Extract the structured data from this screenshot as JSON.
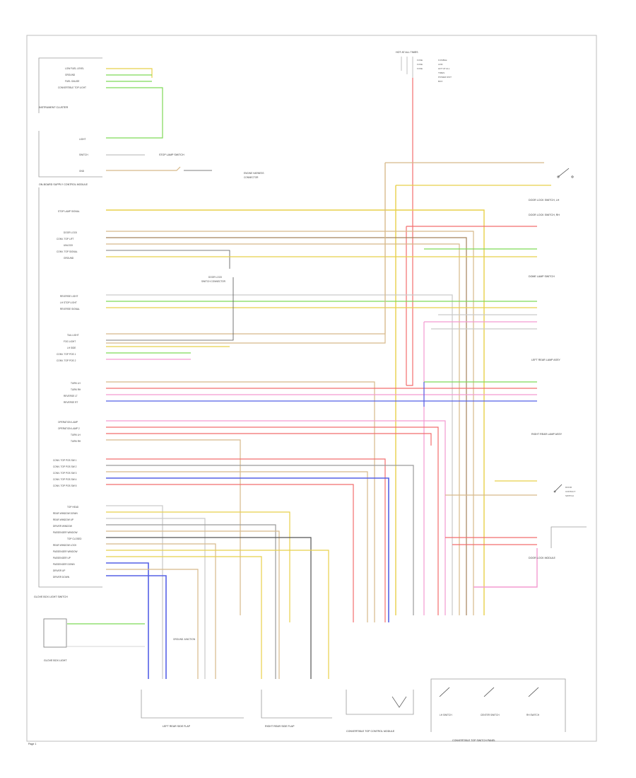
{
  "diagram": {
    "page_number": "Page 1",
    "components": {
      "top_power": {
        "label": "HOT AT ALL TIMES"
      },
      "driver_info": {
        "label": "INSTRUMENT CLUSTER"
      },
      "stop_lamp": {
        "label": "STOP LAMP SWITCH"
      },
      "rear_lamps_module": {
        "label": "ON-BOARD SUPPLY CONTROL MODULE"
      },
      "door_lock_switch_lh": {
        "label": "DOOR LOCK SWITCH, LH"
      },
      "door_lock_switch_rh": {
        "label": "DOOR LOCK SWITCH, RH"
      },
      "engine_harness": {
        "label": "ENGINE HARNESS CONNECTOR"
      },
      "left_rear_lamp": {
        "label": "LEFT REAR LAMP ASSY"
      },
      "right_rear_lamp": {
        "label": "RIGHT REAR LAMP ASSY"
      },
      "dome_lamp_sw": {
        "label": "DOME LAMP SWITCH"
      },
      "door_lamp_module": {
        "label": "DOOR LOCK MODULE"
      },
      "left_tail_sub": {
        "label": "LEFT REAR SIDE FLAP"
      },
      "right_tail_sub": {
        "label": "RIGHT REAR SIDE FLAP"
      },
      "ground_junction": {
        "label": "GROUND JUNCTION"
      },
      "rear_harness": {
        "label": "CONVERTIBLE TOP CONTROL MODULE"
      },
      "switch_a": {
        "label": "LH SWITCH"
      },
      "switch_b": {
        "label": "CENTER SWITCH"
      },
      "switch_c": {
        "label": "RH SWITCH"
      },
      "glove_box": {
        "label": "GLOVE BOX LIGHT"
      },
      "glove_switch": {
        "label": "GLOVE BOX LIGHT SWITCH"
      },
      "switch_panel": {
        "label": "CONVERTIBLE TOP SWITCH PANEL"
      }
    }
  }
}
